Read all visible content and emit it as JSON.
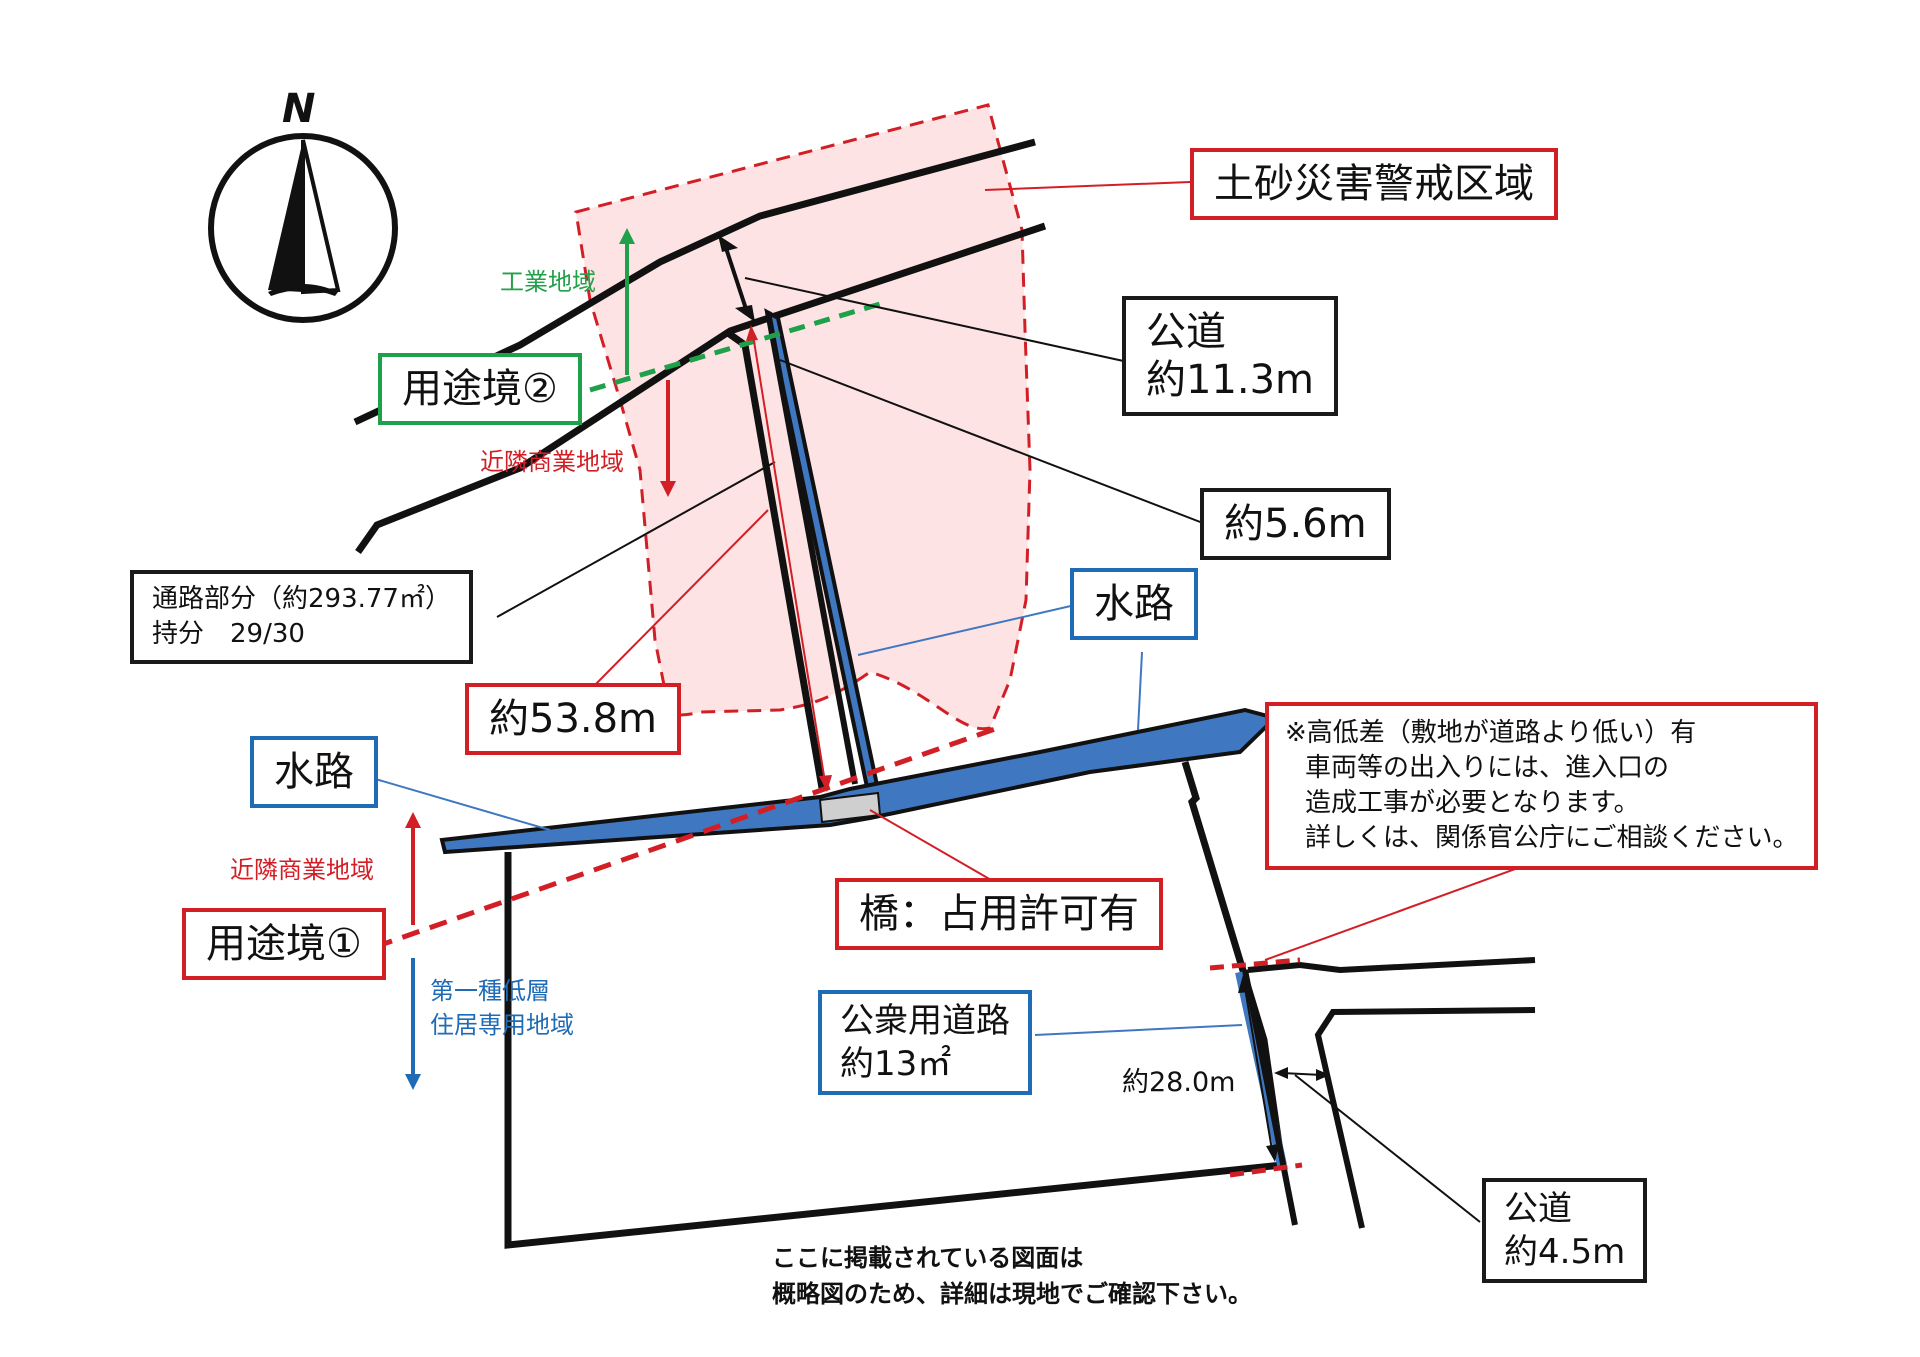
{
  "compass": {
    "north": "N"
  },
  "labels": {
    "hazard_zone": "土砂災害警戒区域",
    "public_road_main": [
      "公道",
      "約11.3m"
    ],
    "width_5_6": "約5.6m",
    "waterway_right": "水路",
    "waterway_left": "水路",
    "boundary_2": "用途境②",
    "boundary_1": "用途境①",
    "passage": [
      "通路部分（約293.77㎡）",
      "持分　29/30"
    ],
    "length_53_8": "約53.8m",
    "bridge": "橋：占用許可有",
    "elevation_note": [
      "※高低差（敷地が道路より低い）有",
      "車両等の出入りには、進入口の",
      "造成工事が必要となります。",
      "詳しくは、関係官公庁にご相談ください。"
    ],
    "public_path": [
      "公衆用道路",
      "約13㎡"
    ],
    "length_28": "約28.0m",
    "public_road_small": [
      "公道",
      "約4.5m"
    ]
  },
  "zones": {
    "industrial": "工業地域",
    "neighborhood_commercial_top": "近隣商業地域",
    "neighborhood_commercial_left": "近隣商業地域",
    "residential_lines": [
      "第一種低層",
      "住居専用地域"
    ]
  },
  "footer_note": [
    "ここに掲載されている図面は",
    "概略図のため、詳細は現地でご確認下さい。"
  ],
  "colors": {
    "hazard_fill": "#fde3e4",
    "red": "#d21f26",
    "blue_fill": "#3f78c0",
    "green": "#1fa04a",
    "line": "#111111"
  }
}
